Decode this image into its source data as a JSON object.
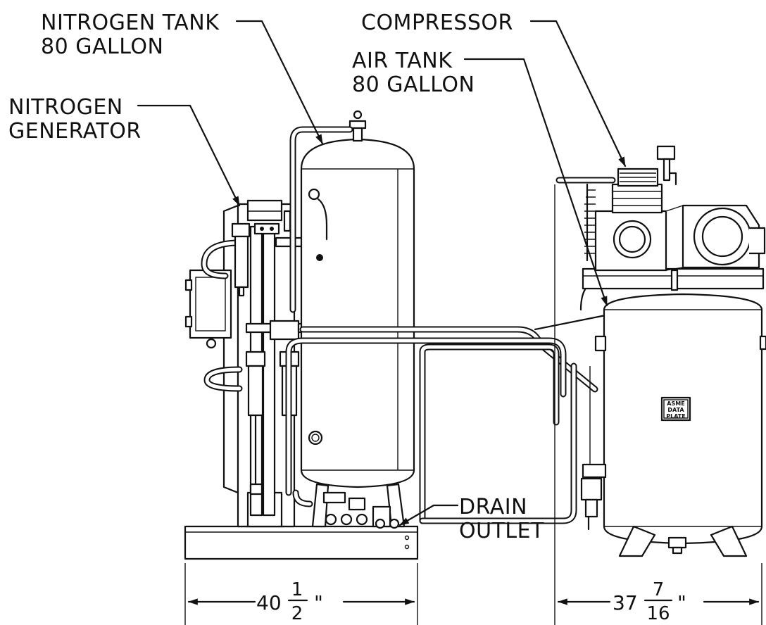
{
  "labels": {
    "nitrogen_tank_line1": "NITROGEN TANK",
    "nitrogen_tank_line2": "80 GALLON",
    "compressor": "COMPRESSOR",
    "air_tank_line1": "AIR TANK",
    "air_tank_line2": "80 GALLON",
    "nitrogen_generator_line1": "NITROGEN",
    "nitrogen_generator_line2": "GENERATOR",
    "drain_line1": "DRAIN",
    "drain_line2": "OUTLET"
  },
  "data_plate": {
    "line1": "ASME",
    "line2": "DATA",
    "line3": "PLATE"
  },
  "dimensions": {
    "left": {
      "whole": "40",
      "numerator": "1",
      "denominator": "2",
      "unit": "\""
    },
    "right": {
      "whole": "37",
      "numerator": "7",
      "denominator": "16",
      "unit": "\""
    }
  }
}
